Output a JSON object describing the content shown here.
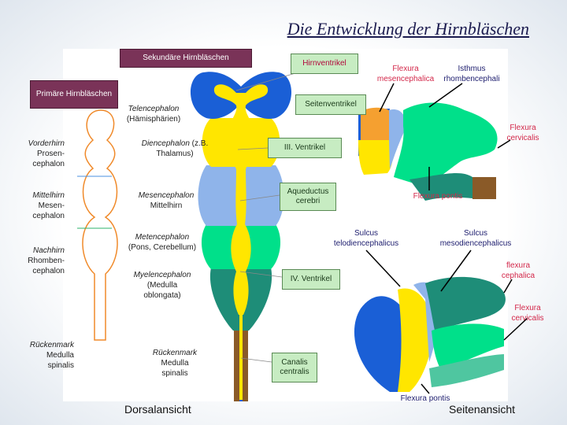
{
  "title": "Die Entwicklung der Hirnbläschen",
  "boxes": {
    "sekundaer": "Sekundäre Hirnbläschen",
    "primaer": "Primäre Hirnbläschen",
    "hirnventrikel": "Hirnventrikel",
    "seitenventrikel": "Seitenventrikel",
    "ventrikel3": "III. Ventrikel",
    "aqueductus": "Aqueductus cerebri",
    "ventrikel4": "IV. Ventrikel",
    "canalis": "Canalis centralis"
  },
  "primary": {
    "vorderhirn_a": "Vorderhirn",
    "vorderhirn_b": "Prosen-",
    "vorderhirn_c": "cephalon",
    "mittelhirn_a": "Mittelhirn",
    "mittelhirn_b": "Mesen-",
    "mittelhirn_c": "cephalon",
    "nachhirn_a": "Nachhirn",
    "nachhirn_b": "Rhomben-",
    "nachhirn_c": "cephalon",
    "rueckenmark_a": "Rückenmark",
    "rueckenmark_b": "Medulla",
    "rueckenmark_c": "spinalis"
  },
  "secondary": {
    "telen_a": "Telencephalon",
    "telen_b": "(Hämisphärien)",
    "dien_a": "Diencephalon",
    "dien_a2": " (z.B.",
    "dien_b": "Thalamus)",
    "mesen_a": "Mesencephalon",
    "mesen_b": "Mittelhirn",
    "meten_a": "Metencephalon",
    "meten_b": "(Pons, Cerebellum)",
    "myel_a": "Myelencephalon",
    "myel_b": "(Medulla",
    "myel_c": "oblongata)",
    "rm_a": "Rückenmark",
    "rm_b": "Medulla",
    "rm_c": "spinalis"
  },
  "side": {
    "flex_mes_a": "Flexura",
    "flex_mes_b": "mesencephalica",
    "isthmus_a": "Isthmus",
    "isthmus_b": "rhombencephali",
    "flex_cerv_a": "Flexura",
    "flex_cerv_b": "cervicalis",
    "flex_pont": "Flexura pontis",
    "sulcus_td_a": "Sulcus",
    "sulcus_td_b": "telodiencephalicus",
    "sulcus_md_a": "Sulcus",
    "sulcus_md_b": "mesodiencephalicus",
    "flex_ceph_a": "flexura",
    "flex_ceph_b": "cephalica",
    "flex_cerv2_a": "Flexura",
    "flex_cerv2_b": "cervicalis",
    "flex_pont2": "Flexura pontis"
  },
  "views": {
    "dorsal": "Dorsalansicht",
    "seiten": "Seitenansicht"
  },
  "colors": {
    "telencephalon": "#1a5fd6",
    "diencephalon": "#ffe600",
    "mesencephalon": "#8fb4ea",
    "metencephalon": "#00e08a",
    "myelencephalon": "#1e8d78",
    "rueckenmark": "#8a5a28",
    "flexura_orange": "#f5a030",
    "box_primary": "#7a3358",
    "box_green": "#c7ecc2"
  }
}
